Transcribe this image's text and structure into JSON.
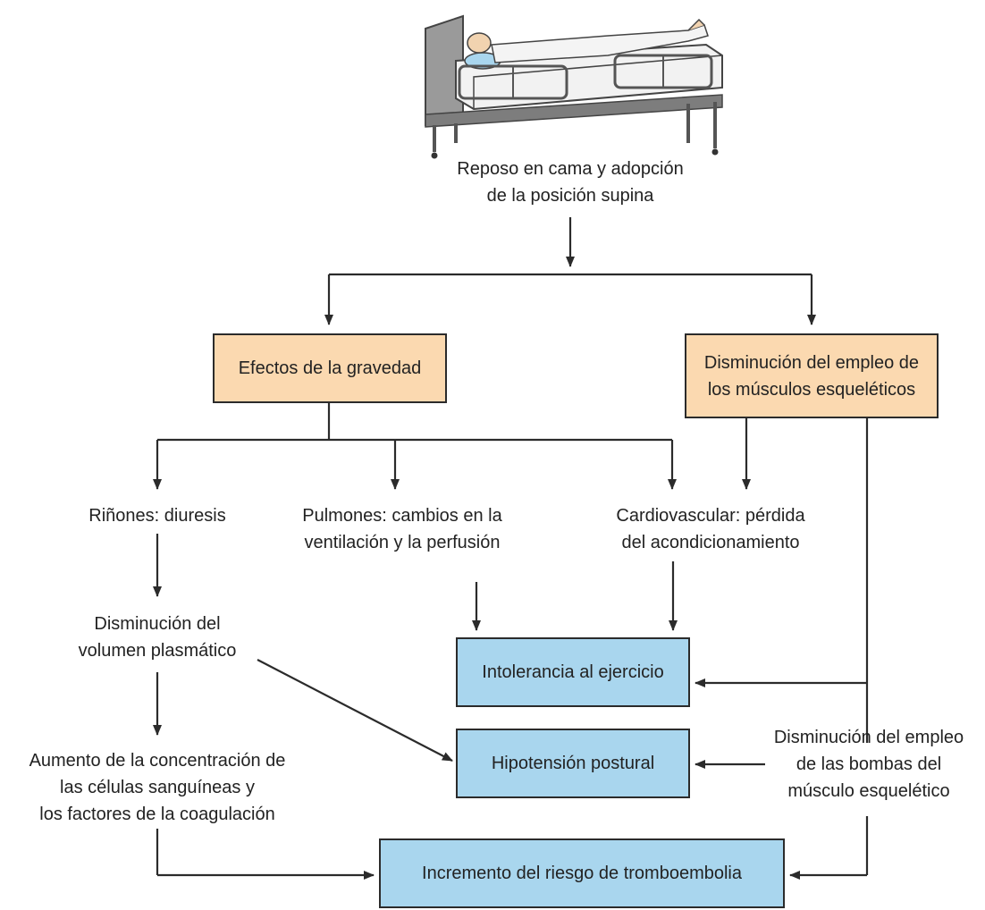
{
  "colors": {
    "orange_box": "#fbd9b0",
    "blue_box": "#a9d6ee",
    "line": "#2b2b2b"
  },
  "illustration": {
    "icon": "patient-in-hospital-bed-illustration"
  },
  "nodes": {
    "start": "Reposo en cama y adopción\nde la posición supina",
    "gravity": "Efectos de la gravedad",
    "muscles": "Disminución del empleo de\nlos músculos esqueléticos",
    "kidneys": "Riñones: diuresis",
    "lungs": "Pulmones: cambios en la\nventilación y la perfusión",
    "cardio": "Cardiovascular: pérdida\ndel acondicionamiento",
    "plasma": "Disminución del\nvolumen plasmático",
    "exercise": "Intolerancia al ejercicio",
    "hypotension": "Hipotensión postural",
    "pumps": "Disminución del empleo\nde las bombas del\nmúsculo esquelético",
    "concentration": "Aumento de la concentración de\nlas células sanguíneas y\nlos factores de la coagulación",
    "thrombo": "Incremento del riesgo de tromboembolia"
  }
}
